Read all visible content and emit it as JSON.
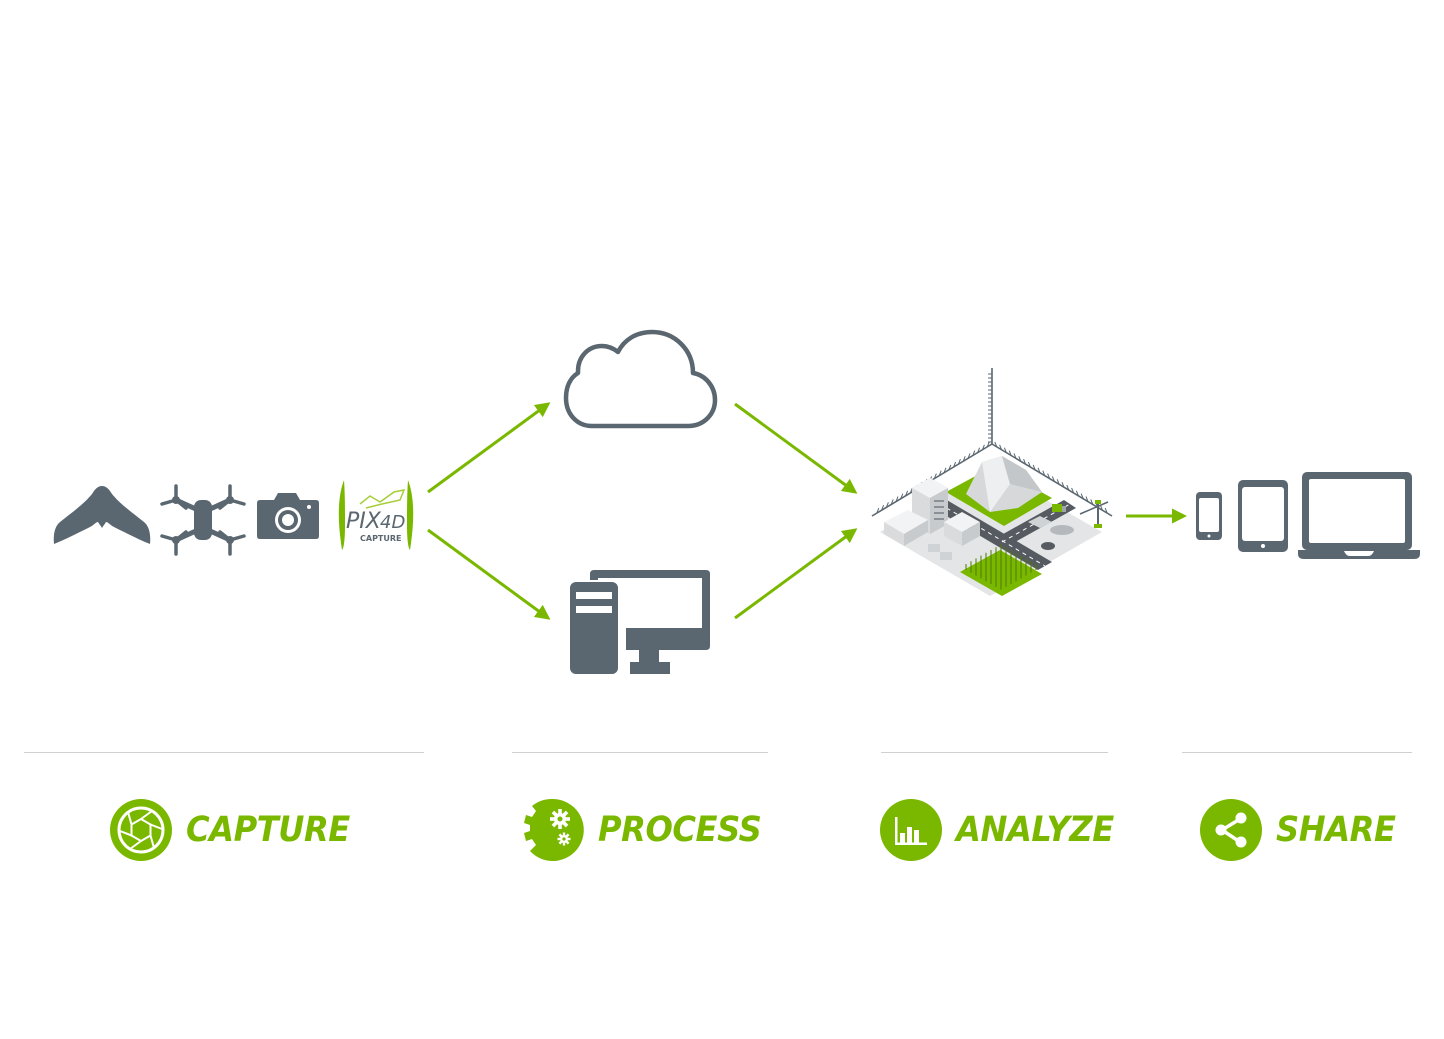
{
  "colors": {
    "accent_green": "#7ab800",
    "icon_gray": "#5b6770",
    "divider": "#d0d0d0",
    "background": "#ffffff"
  },
  "capture_devices": [
    {
      "name": "fixed-wing-drone",
      "icon": "fixed-wing-drone-icon"
    },
    {
      "name": "quadcopter-drone",
      "icon": "quadcopter-icon"
    },
    {
      "name": "camera",
      "icon": "camera-icon"
    },
    {
      "name": "pix4d-capture-app",
      "icon": "pix4d-capture-logo"
    }
  ],
  "pix4d_logo": {
    "brand": "PIX4D",
    "brand_main": "PIX",
    "brand_suffix": "4D",
    "subtitle": "CAPTURE"
  },
  "processing_options": [
    {
      "name": "cloud",
      "icon": "cloud-icon"
    },
    {
      "name": "desktop",
      "icon": "desktop-computer-icon"
    }
  ],
  "analysis_output": {
    "name": "3d-site-model",
    "icon": "isometric-city-model-icon"
  },
  "share_devices": [
    {
      "name": "smartphone",
      "icon": "smartphone-icon"
    },
    {
      "name": "tablet",
      "icon": "tablet-icon"
    },
    {
      "name": "laptop",
      "icon": "laptop-icon"
    }
  ],
  "stages": [
    {
      "label": "CAPTURE",
      "icon": "aperture-icon"
    },
    {
      "label": "PROCESS",
      "icon": "gears-icon"
    },
    {
      "label": "ANALYZE",
      "icon": "bar-chart-icon"
    },
    {
      "label": "SHARE",
      "icon": "share-icon"
    }
  ]
}
